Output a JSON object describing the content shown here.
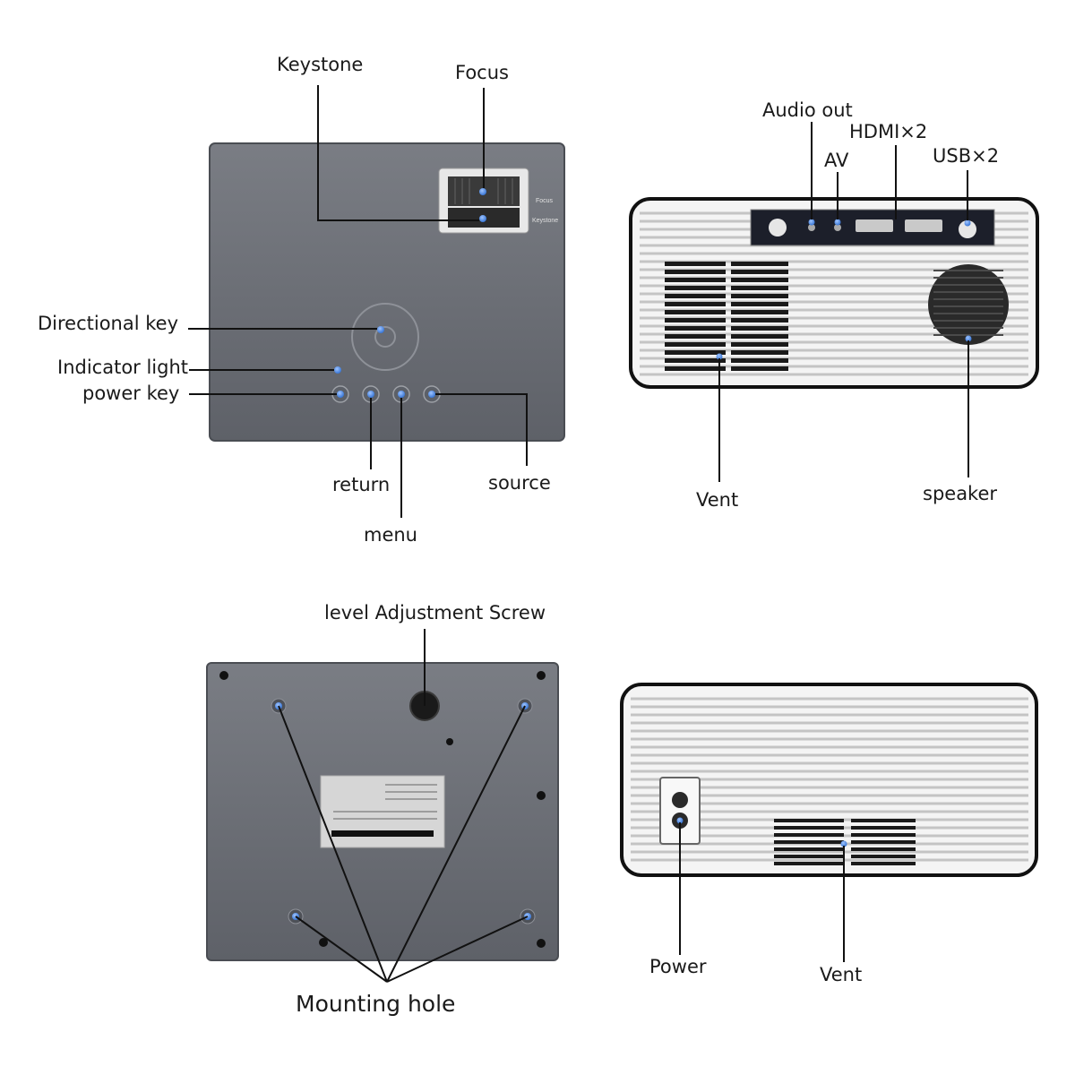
{
  "top_view": {
    "labels": {
      "keystone": "Keystone",
      "focus": "Focus",
      "directional_key": "Directional key",
      "indicator_light": "Indicator light",
      "power_key": "power key",
      "return": "return",
      "menu": "menu",
      "source": "source"
    },
    "lens_small_labels": [
      "Focus",
      "Keystone"
    ]
  },
  "rear_view": {
    "labels": {
      "audio_out": "Audio out",
      "av": "AV",
      "hdmi": "HDMI×2",
      "usb": "USB×2",
      "vent": "Vent",
      "speaker": "speaker"
    }
  },
  "bottom_view": {
    "labels": {
      "level_screw": "level Adjustment Screw",
      "mounting_hole": "Mounting hole"
    }
  },
  "side_view": {
    "labels": {
      "power": "Power",
      "vent": "Vent"
    }
  },
  "colors": {
    "body_gray": "#6b6e75",
    "accent_blue": "#3a7bd5",
    "line": "#111111",
    "white_body": "#f2f2f2"
  }
}
